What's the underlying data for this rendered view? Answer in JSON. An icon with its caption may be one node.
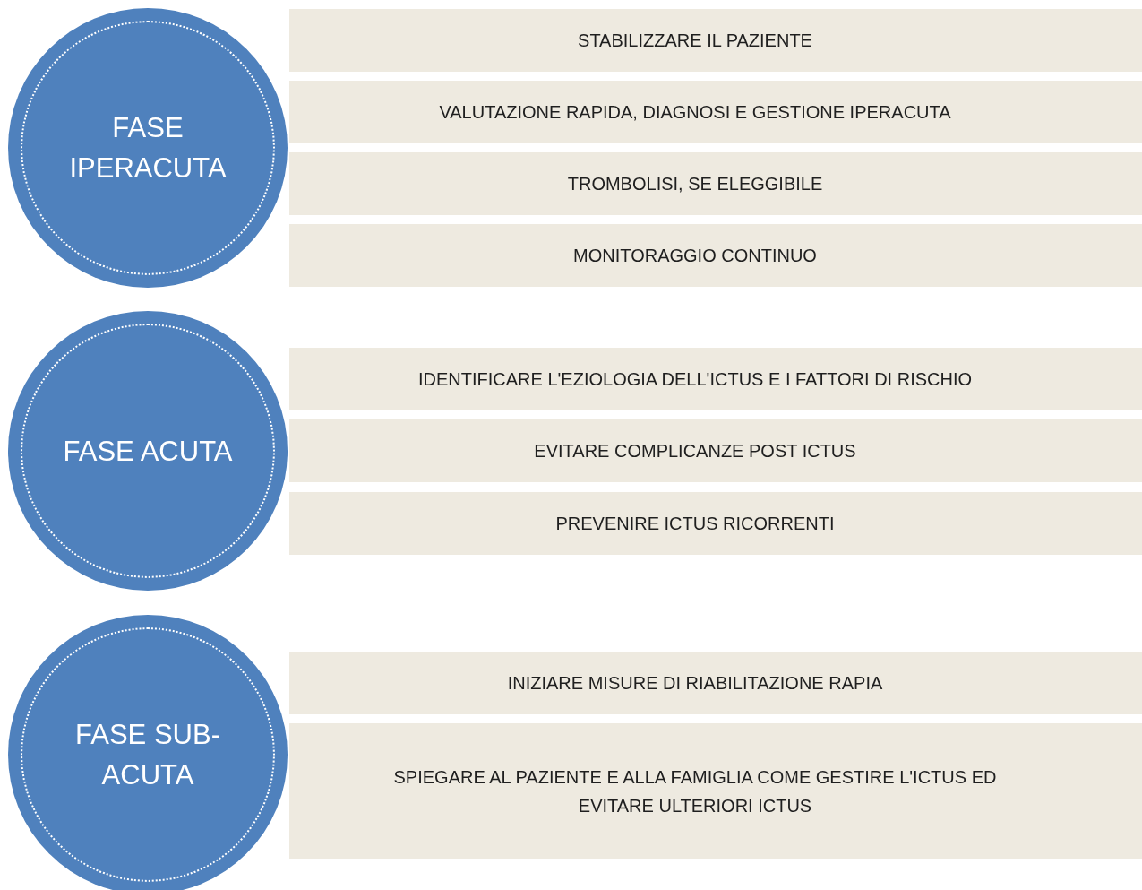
{
  "diagram": {
    "nodes": [
      {
        "text": [
          "FASE IPERACUTA"
        ]
      },
      {
        "text": [
          "STABILIZZARE IL PAZIENTE"
        ]
      },
      {
        "text": [
          "VALUTAZIONE RAPIDA, DIAGNOSI E GESTIONE IPERACUTA"
        ]
      },
      {
        "text": [
          "TROMBOLISI, SE ELEGGIBILE"
        ]
      },
      {
        "text": [
          "MONITORAGGIO CONTINUO"
        ]
      },
      {
        "text": [
          "FASE ACUTA"
        ]
      },
      {
        "text": [
          "IDENTIFICARE L'EZIOLOGIA DELL'ICTUS E I FATTORI DI RISCHIO"
        ]
      },
      {
        "text": [
          "EVITARE COMPLICANZE POST ICTUS"
        ]
      },
      {
        "text": [
          "PREVENIRE ICTUS RICORRENTI"
        ]
      },
      {
        "text": [
          "FASE SUB-ACUTA"
        ]
      },
      {
        "text": [
          "INIZIARE MISURE DI RIABILITAZIONE RAPIA"
        ]
      },
      {
        "text": [
          "SPIEGARE AL PAZIENTE E ALLA FAMIGLIA COME GESTIRE L'ICTUS ED EVITARE ULTERIORI ICTUS"
        ]
      }
    ]
  }
}
